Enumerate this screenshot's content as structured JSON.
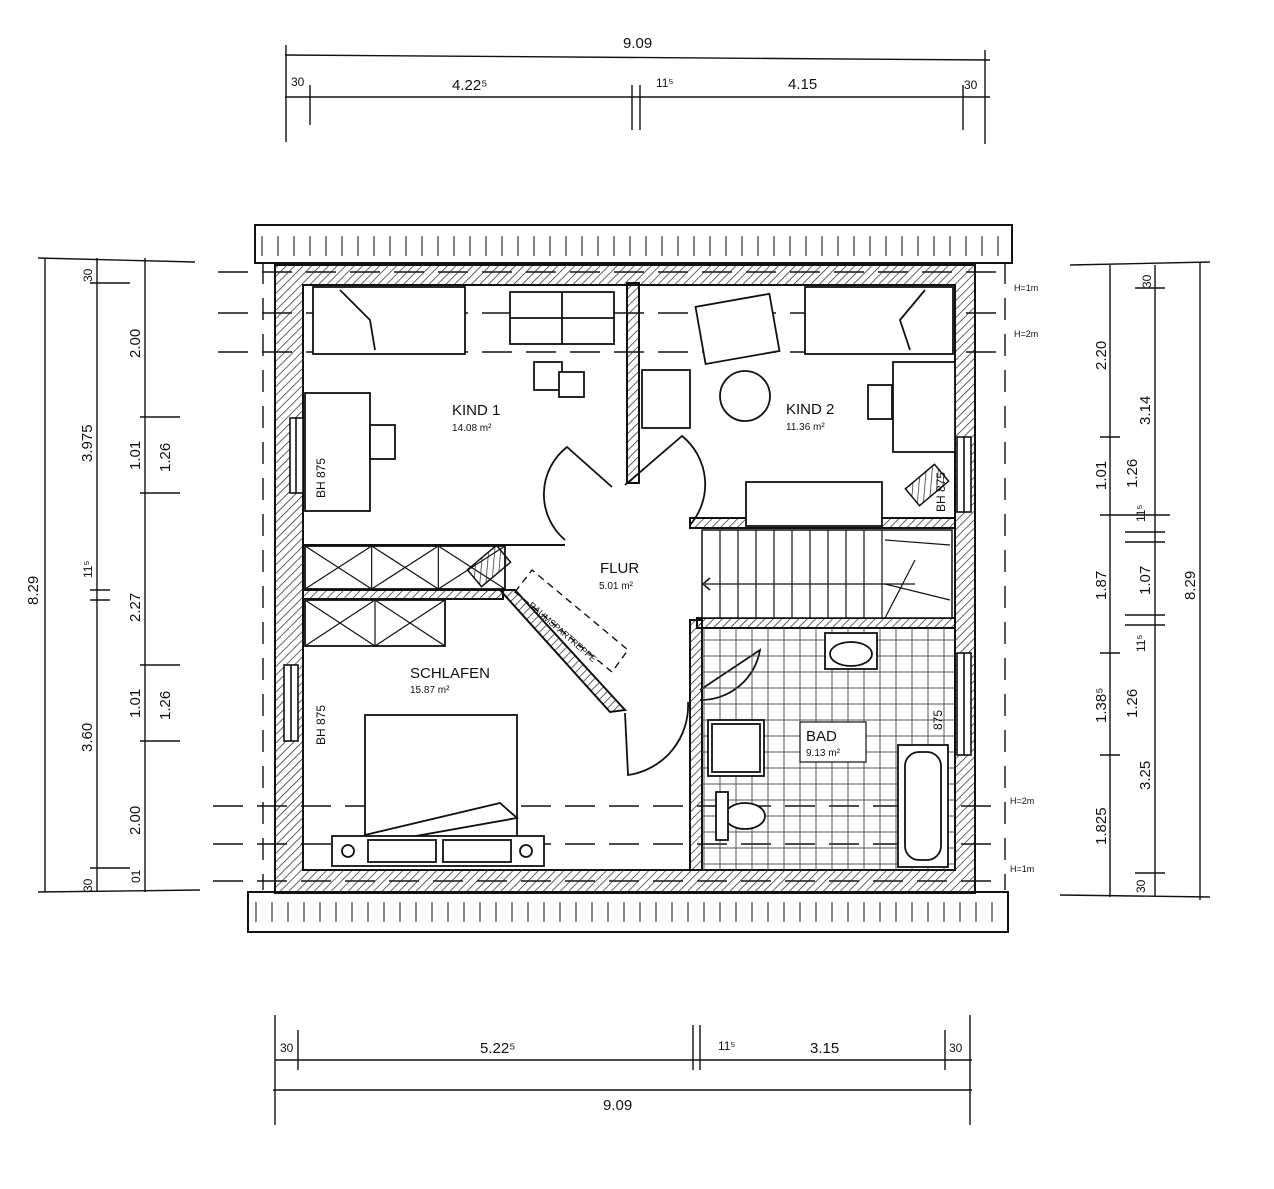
{
  "top_dims": {
    "total": "9.09",
    "left_wall": "30",
    "seg1": "4.22⁵",
    "mid_wall": "11⁵",
    "seg2": "4.15",
    "right_wall": "30"
  },
  "bottom_dims": {
    "left_wall": "30",
    "seg1": "5.22⁵",
    "mid_wall": "11⁵",
    "seg2": "3.15",
    "right_wall": "30",
    "total": "9.09"
  },
  "left_dims": {
    "outer": "8.29",
    "col1": [
      "30",
      "3.975",
      "11⁵",
      "3.60",
      "30"
    ],
    "col2": [
      "2.00",
      "1.01",
      "2.27",
      "1.01",
      "2.00",
      "01"
    ],
    "col3": [
      "1.26",
      "1.26"
    ]
  },
  "right_dims": {
    "outer": "8.29",
    "col1": [
      "2.20",
      "1.01",
      "1.87",
      "1.38⁵",
      "1.825"
    ],
    "col2": [
      "3.14",
      "1.26",
      "1.07",
      "1.26",
      "3.25"
    ],
    "col3": [
      "30",
      "11⁵",
      "11⁵",
      "30"
    ]
  },
  "height_marks": {
    "top1": "H=1m",
    "top2": "H=2m",
    "bottom2": "H=2m",
    "bottom1": "H=1m"
  },
  "rooms": {
    "kind1": {
      "name": "KIND 1",
      "area": "14.08 m²"
    },
    "kind2": {
      "name": "KIND 2",
      "area": "11.36 m²"
    },
    "flur": {
      "name": "FLUR",
      "area": "5.01 m²"
    },
    "schlafen": {
      "name": "SCHLAFEN",
      "area": "15.87 m²"
    },
    "bad": {
      "name": "BAD",
      "area": "9.13 m²"
    }
  },
  "labels": {
    "bh_left_top": "BH 875",
    "bh_left_bottom": "BH 875",
    "bh_right_top": "BH 875",
    "bh_right_bottom": "875",
    "stair": "RAUMSPARTREPPE"
  }
}
